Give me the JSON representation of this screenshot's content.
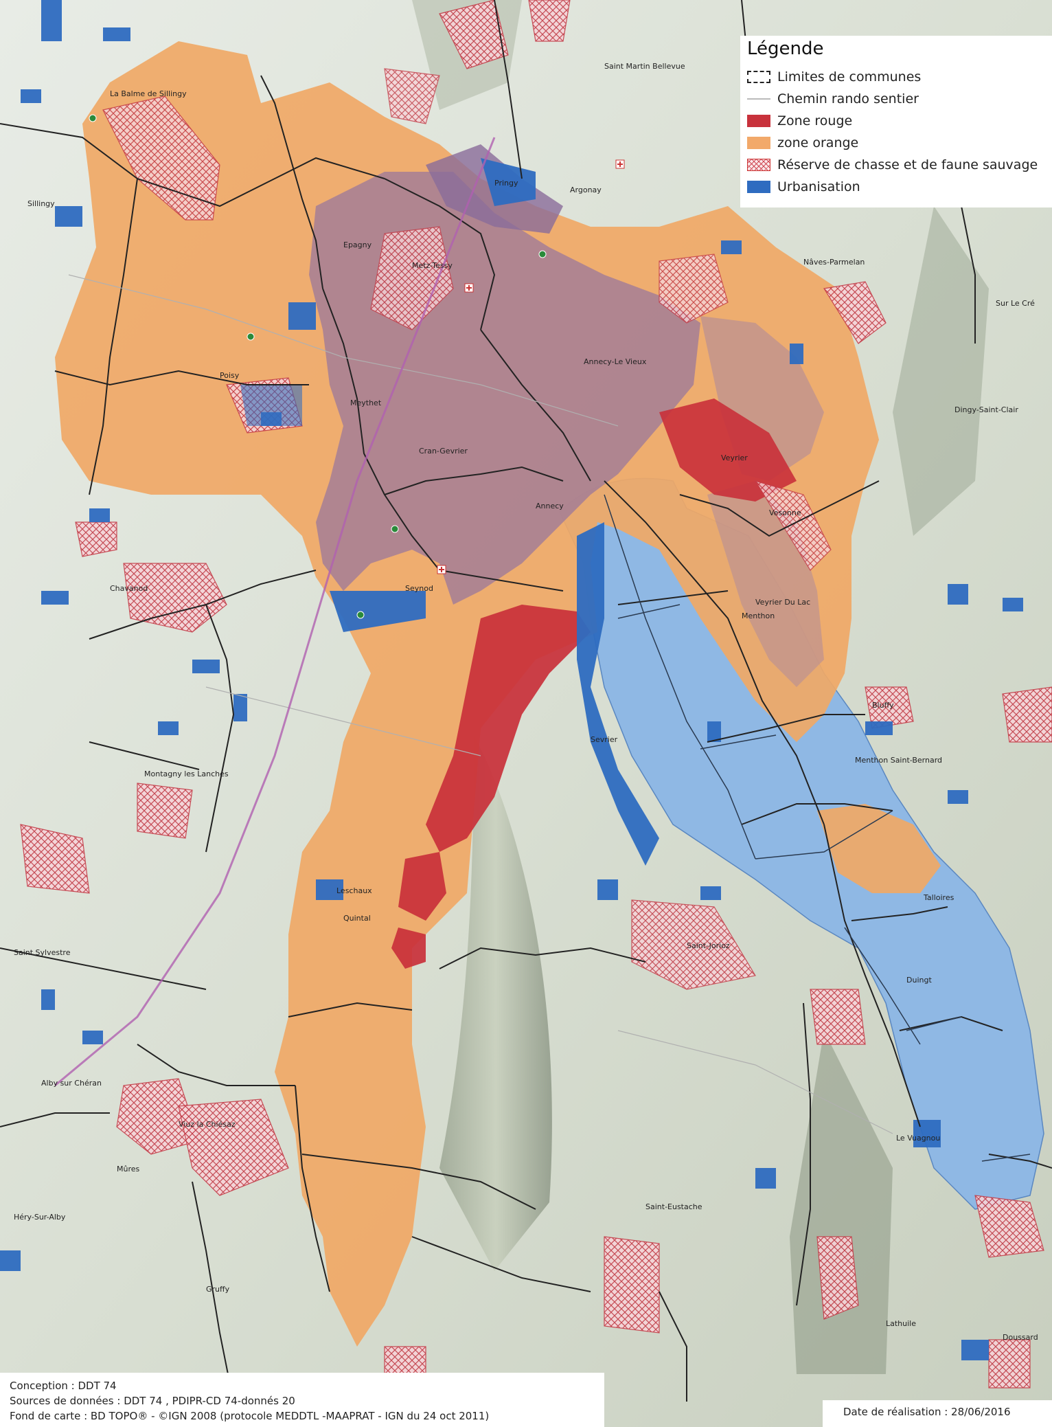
{
  "legend": {
    "title": "Légende",
    "items": [
      {
        "key": "communes",
        "label": "Limites de communes"
      },
      {
        "key": "chemin",
        "label": "Chemin rando sentier"
      },
      {
        "key": "rouge",
        "label": "Zone rouge",
        "color": "#c8323c"
      },
      {
        "key": "orange",
        "label": "zone orange",
        "color": "#f2a96a"
      },
      {
        "key": "reserve",
        "label": "Réserve de chasse et de faune sauvage",
        "color": "#d04a55"
      },
      {
        "key": "urban",
        "label": "Urbanisation",
        "color": "#2f6cc0"
      }
    ]
  },
  "places": [
    "La Balme de Sillingy",
    "Saint Martin Bellevue",
    "Sillingy",
    "Pringy",
    "Argonay",
    "Epagny",
    "Metz-Tessy",
    "Poisy",
    "Meythet",
    "Annecy-Le Vieux",
    "Cran-Gevrier",
    "Annecy",
    "Veyrier",
    "Seynod",
    "Vesonne",
    "Chavanod",
    "Veyrier Du Lac",
    "Menthon Saint-Bernard",
    "Talloires",
    "Sevrier",
    "Montagny les Lanches",
    "Quintal",
    "Saint-Jorioz",
    "Duingt",
    "Alby sur Chéran",
    "Viuz la Chiésaz",
    "Saint-Eustache",
    "Doussard",
    "Leschaux",
    "Dingy-Saint-Clair",
    "Nâves-Parmelan",
    "Sur Le Cré",
    "Saint Sylvestre",
    "Mûres",
    "Gruffy",
    "Héry-Sur-Alby",
    "Lathuile",
    "Bluffy",
    "Le Vuagnou",
    "Menthon"
  ],
  "credits": {
    "conception": "Conception : DDT 74",
    "sources": "Sources de données : DDT 74 , PDIPR-CD 74-donnés 20",
    "fond": "Fond de carte : BD TOPO® - ©IGN 2008 (protocole MEDDTL -MAAPRAT - IGN du 24 oct 2011)"
  },
  "date": "Date de réalisation : 28/06/2016"
}
